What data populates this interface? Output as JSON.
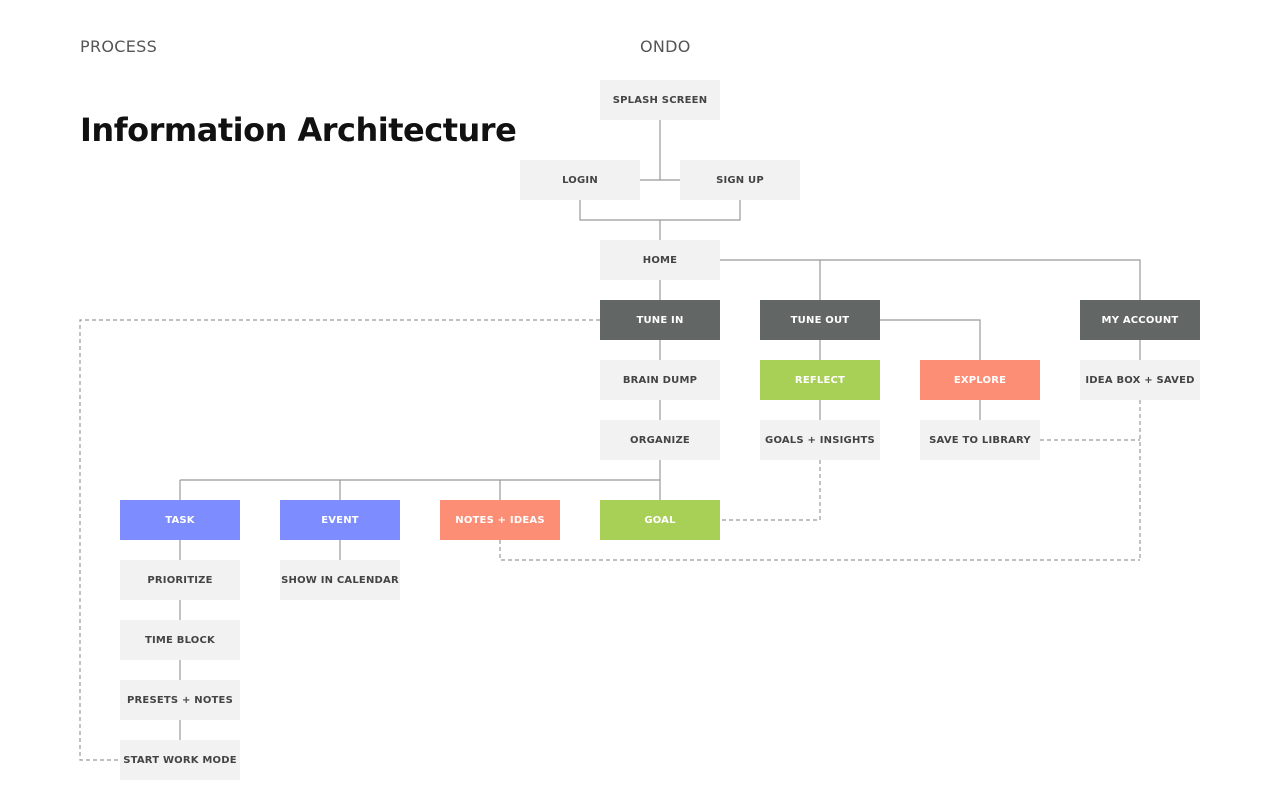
{
  "header": {
    "section": "PROCESS",
    "project": "ONDO",
    "title": "Information Architecture"
  },
  "colors": {
    "neutral_box": "#f2f2f2",
    "dark_box": "#626766",
    "green_box": "#a8d057",
    "salmon_box": "#fd8e76",
    "blue_box": "#7d8cff",
    "connector": "#999999"
  },
  "nodes": {
    "splash": {
      "label": "SPLASH SCREEN",
      "style": "light"
    },
    "login": {
      "label": "LOGIN",
      "style": "light"
    },
    "signup": {
      "label": "SIGN UP",
      "style": "light"
    },
    "home": {
      "label": "HOME",
      "style": "light"
    },
    "tunein": {
      "label": "TUNE IN",
      "style": "dark"
    },
    "tuneout": {
      "label": "TUNE OUT",
      "style": "dark"
    },
    "myaccount": {
      "label": "MY ACCOUNT",
      "style": "dark"
    },
    "braindump": {
      "label": "BRAIN DUMP",
      "style": "light"
    },
    "reflect": {
      "label": "REFLECT",
      "style": "green"
    },
    "explore": {
      "label": "EXPLORE",
      "style": "salmon"
    },
    "ideabox": {
      "label": "IDEA BOX + SAVED",
      "style": "light"
    },
    "organize": {
      "label": "ORGANIZE",
      "style": "light"
    },
    "goalsinsights": {
      "label": "GOALS + INSIGHTS",
      "style": "light"
    },
    "savelibrary": {
      "label": "SAVE TO LIBRARY",
      "style": "light"
    },
    "task": {
      "label": "TASK",
      "style": "blue"
    },
    "event": {
      "label": "EVENT",
      "style": "blue"
    },
    "notesideas": {
      "label": "NOTES + IDEAS",
      "style": "salmon"
    },
    "goal": {
      "label": "GOAL",
      "style": "green"
    },
    "prioritize": {
      "label": "PRIORITIZE",
      "style": "light"
    },
    "showcalendar": {
      "label": "SHOW IN CALENDAR",
      "style": "light"
    },
    "timeblock": {
      "label": "TIME BLOCK",
      "style": "light"
    },
    "presetsnotes": {
      "label": "PRESETS + NOTES",
      "style": "light"
    },
    "startwork": {
      "label": "START WORK MODE",
      "style": "light"
    }
  },
  "connections": [
    {
      "from": "splash",
      "to": "login",
      "kind": "solid"
    },
    {
      "from": "splash",
      "to": "signup",
      "kind": "solid"
    },
    {
      "from": "login",
      "to": "home",
      "kind": "solid"
    },
    {
      "from": "signup",
      "to": "home",
      "kind": "solid"
    },
    {
      "from": "home",
      "to": "tunein",
      "kind": "solid"
    },
    {
      "from": "home",
      "to": "tuneout",
      "kind": "solid"
    },
    {
      "from": "home",
      "to": "myaccount",
      "kind": "solid"
    },
    {
      "from": "tunein",
      "to": "braindump",
      "kind": "solid"
    },
    {
      "from": "braindump",
      "to": "organize",
      "kind": "solid"
    },
    {
      "from": "organize",
      "to": "task",
      "kind": "solid"
    },
    {
      "from": "organize",
      "to": "event",
      "kind": "solid"
    },
    {
      "from": "organize",
      "to": "notesideas",
      "kind": "solid"
    },
    {
      "from": "organize",
      "to": "goal",
      "kind": "solid"
    },
    {
      "from": "tuneout",
      "to": "reflect",
      "kind": "solid"
    },
    {
      "from": "tuneout",
      "to": "explore",
      "kind": "solid"
    },
    {
      "from": "reflect",
      "to": "goalsinsights",
      "kind": "solid"
    },
    {
      "from": "explore",
      "to": "savelibrary",
      "kind": "solid"
    },
    {
      "from": "myaccount",
      "to": "ideabox",
      "kind": "solid"
    },
    {
      "from": "task",
      "to": "prioritize",
      "kind": "solid"
    },
    {
      "from": "prioritize",
      "to": "timeblock",
      "kind": "solid"
    },
    {
      "from": "timeblock",
      "to": "presetsnotes",
      "kind": "solid"
    },
    {
      "from": "presetsnotes",
      "to": "startwork",
      "kind": "solid"
    },
    {
      "from": "event",
      "to": "showcalendar",
      "kind": "solid"
    },
    {
      "from": "tunein",
      "to": "startwork",
      "kind": "dashed"
    },
    {
      "from": "goalsinsights",
      "to": "goal",
      "kind": "dashed"
    },
    {
      "from": "savelibrary",
      "to": "ideabox",
      "kind": "dashed"
    },
    {
      "from": "notesideas",
      "to": "ideabox",
      "kind": "dashed"
    }
  ]
}
